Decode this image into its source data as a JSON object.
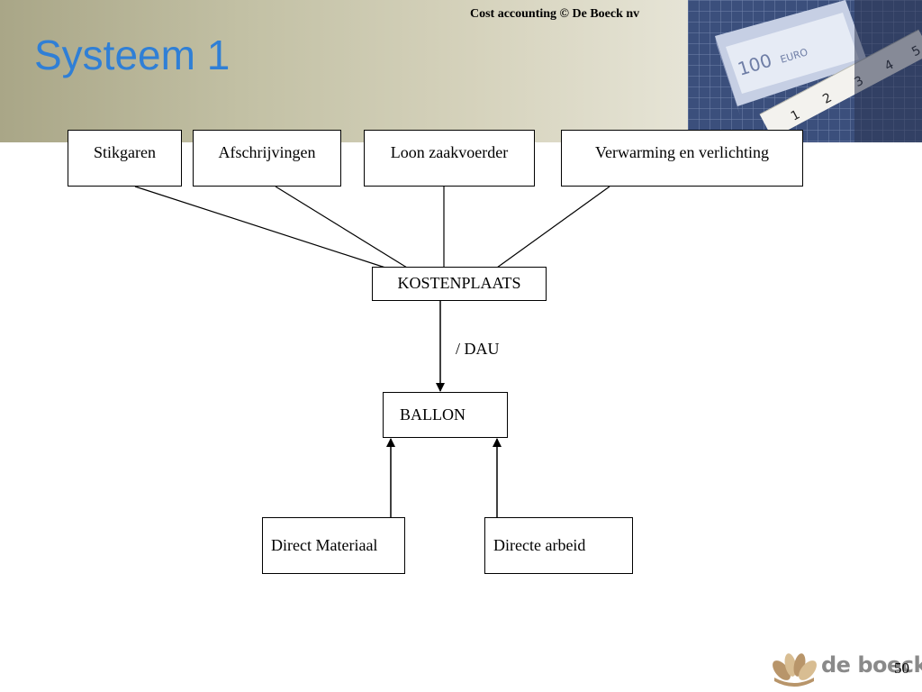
{
  "slide": {
    "title": "Systeem 1",
    "copyright": "Cost accounting © De Boeck nv",
    "page_number": "50"
  },
  "photo": {
    "banknote": "100",
    "currency": "EURO",
    "ruler_marks": [
      "1",
      "2",
      "3",
      "4",
      "5"
    ]
  },
  "diagram": {
    "cost_items": [
      {
        "label": "Stikgaren"
      },
      {
        "label": "Afschrijvingen"
      },
      {
        "label": "Loon zaakvoerder"
      },
      {
        "label": "Verwarming en verlichting"
      }
    ],
    "cost_center": "KOSTENPLAATS",
    "allocation_label": "/ DAU",
    "product": "BALLON",
    "direct_costs": [
      {
        "label": "Direct Materiaal"
      },
      {
        "label": "Directe arbeid"
      }
    ]
  },
  "logo": {
    "text": "de boeck",
    "colors": {
      "petal_dark": "#b8956a",
      "petal_light": "#d8bd92",
      "text": "#8a8a8a"
    }
  },
  "colors": {
    "title": "#2f7fd6",
    "header_band": "#c2c0a4",
    "lines": "#000000"
  }
}
